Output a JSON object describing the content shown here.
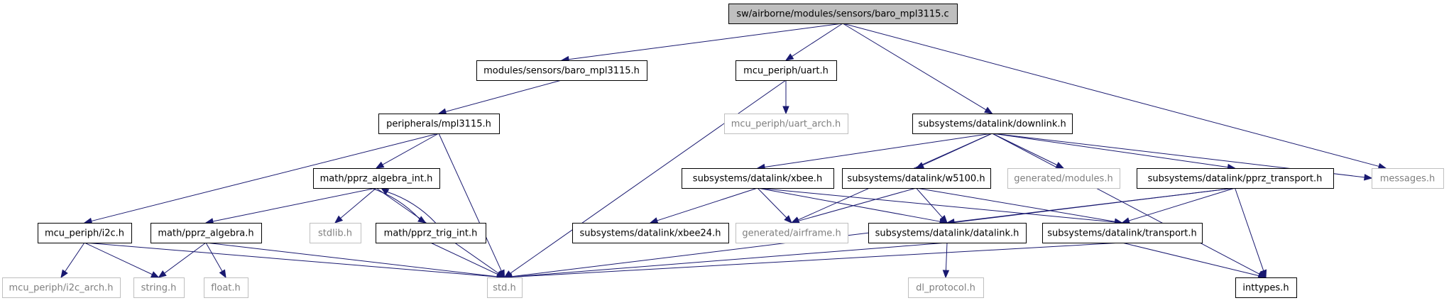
{
  "graph": {
    "nodes": [
      {
        "id": "root",
        "label": "sw/airborne/modules/sensors/baro_mpl3115.c",
        "kind": "root"
      },
      {
        "id": "baro_h",
        "label": "modules/sensors/baro_mpl3115.h",
        "kind": "normal"
      },
      {
        "id": "uart_h",
        "label": "mcu_periph/uart.h",
        "kind": "normal"
      },
      {
        "id": "downlink_h",
        "label": "subsystems/datalink/downlink.h",
        "kind": "normal"
      },
      {
        "id": "messages_h",
        "label": "messages.h",
        "kind": "missing"
      },
      {
        "id": "mpl3115_h",
        "label": "peripherals/mpl3115.h",
        "kind": "normal"
      },
      {
        "id": "uart_arch_h",
        "label": "mcu_periph/uart_arch.h",
        "kind": "missing"
      },
      {
        "id": "algebra_int_h",
        "label": "math/pprz_algebra_int.h",
        "kind": "normal"
      },
      {
        "id": "xbee_h",
        "label": "subsystems/datalink/xbee.h",
        "kind": "normal"
      },
      {
        "id": "w5100_h",
        "label": "subsystems/datalink/w5100.h",
        "kind": "normal"
      },
      {
        "id": "gen_modules_h",
        "label": "generated/modules.h",
        "kind": "missing"
      },
      {
        "id": "pprz_transport_h",
        "label": "subsystems/datalink/pprz_transport.h",
        "kind": "normal"
      },
      {
        "id": "i2c_h",
        "label": "mcu_periph/i2c.h",
        "kind": "normal"
      },
      {
        "id": "algebra_h",
        "label": "math/pprz_algebra.h",
        "kind": "normal"
      },
      {
        "id": "stdlib_h",
        "label": "stdlib.h",
        "kind": "missing"
      },
      {
        "id": "trig_int_h",
        "label": "math/pprz_trig_int.h",
        "kind": "normal"
      },
      {
        "id": "xbee24_h",
        "label": "subsystems/datalink/xbee24.h",
        "kind": "normal"
      },
      {
        "id": "airframe_h",
        "label": "generated/airframe.h",
        "kind": "missing"
      },
      {
        "id": "datalink_h",
        "label": "subsystems/datalink/datalink.h",
        "kind": "normal"
      },
      {
        "id": "transport_h",
        "label": "subsystems/datalink/transport.h",
        "kind": "normal"
      },
      {
        "id": "i2c_arch_h",
        "label": "mcu_periph/i2c_arch.h",
        "kind": "missing"
      },
      {
        "id": "string_h",
        "label": "string.h",
        "kind": "missing"
      },
      {
        "id": "float_h",
        "label": "float.h",
        "kind": "missing"
      },
      {
        "id": "std_h",
        "label": "std.h",
        "kind": "missing"
      },
      {
        "id": "dl_protocol_h",
        "label": "dl_protocol.h",
        "kind": "missing"
      },
      {
        "id": "inttypes_h",
        "label": "inttypes.h",
        "kind": "normal"
      }
    ],
    "edges": [
      {
        "from": "root",
        "to": "baro_h"
      },
      {
        "from": "root",
        "to": "uart_h"
      },
      {
        "from": "root",
        "to": "downlink_h"
      },
      {
        "from": "root",
        "to": "messages_h"
      },
      {
        "from": "baro_h",
        "to": "mpl3115_h"
      },
      {
        "from": "uart_h",
        "to": "uart_arch_h"
      },
      {
        "from": "uart_h",
        "to": "std_h"
      },
      {
        "from": "mpl3115_h",
        "to": "i2c_h"
      },
      {
        "from": "mpl3115_h",
        "to": "algebra_int_h"
      },
      {
        "from": "mpl3115_h",
        "to": "std_h"
      },
      {
        "from": "algebra_int_h",
        "to": "algebra_h"
      },
      {
        "from": "algebra_int_h",
        "to": "stdlib_h"
      },
      {
        "from": "algebra_int_h",
        "to": "trig_int_h"
      },
      {
        "from": "trig_int_h",
        "to": "algebra_int_h"
      },
      {
        "from": "algebra_int_h",
        "to": "std_h"
      },
      {
        "from": "trig_int_h",
        "to": "std_h"
      },
      {
        "from": "i2c_h",
        "to": "i2c_arch_h"
      },
      {
        "from": "i2c_h",
        "to": "string_h"
      },
      {
        "from": "i2c_h",
        "to": "std_h"
      },
      {
        "from": "algebra_h",
        "to": "string_h"
      },
      {
        "from": "algebra_h",
        "to": "float_h"
      },
      {
        "from": "algebra_h",
        "to": "std_h"
      },
      {
        "from": "downlink_h",
        "to": "xbee_h"
      },
      {
        "from": "downlink_h",
        "to": "w5100_h"
      },
      {
        "from": "downlink_h",
        "to": "gen_modules_h"
      },
      {
        "from": "downlink_h",
        "to": "pprz_transport_h"
      },
      {
        "from": "downlink_h",
        "to": "messages_h"
      },
      {
        "from": "downlink_h",
        "to": "airframe_h"
      },
      {
        "from": "downlink_h",
        "to": "inttypes_h"
      },
      {
        "from": "xbee_h",
        "to": "xbee24_h"
      },
      {
        "from": "xbee_h",
        "to": "airframe_h"
      },
      {
        "from": "xbee_h",
        "to": "datalink_h"
      },
      {
        "from": "xbee_h",
        "to": "transport_h"
      },
      {
        "from": "w5100_h",
        "to": "airframe_h"
      },
      {
        "from": "w5100_h",
        "to": "datalink_h"
      },
      {
        "from": "w5100_h",
        "to": "transport_h"
      },
      {
        "from": "pprz_transport_h",
        "to": "datalink_h"
      },
      {
        "from": "pprz_transport_h",
        "to": "transport_h"
      },
      {
        "from": "pprz_transport_h",
        "to": "std_h"
      },
      {
        "from": "pprz_transport_h",
        "to": "inttypes_h"
      },
      {
        "from": "datalink_h",
        "to": "std_h"
      },
      {
        "from": "datalink_h",
        "to": "dl_protocol_h"
      },
      {
        "from": "transport_h",
        "to": "std_h"
      },
      {
        "from": "transport_h",
        "to": "inttypes_h"
      }
    ]
  },
  "colors": {
    "edge": "#191970",
    "root_fill": "#bfbfbf",
    "normal_border": "#000000",
    "missing_border": "#bfbfbf",
    "missing_text": "#7f7f7f"
  }
}
